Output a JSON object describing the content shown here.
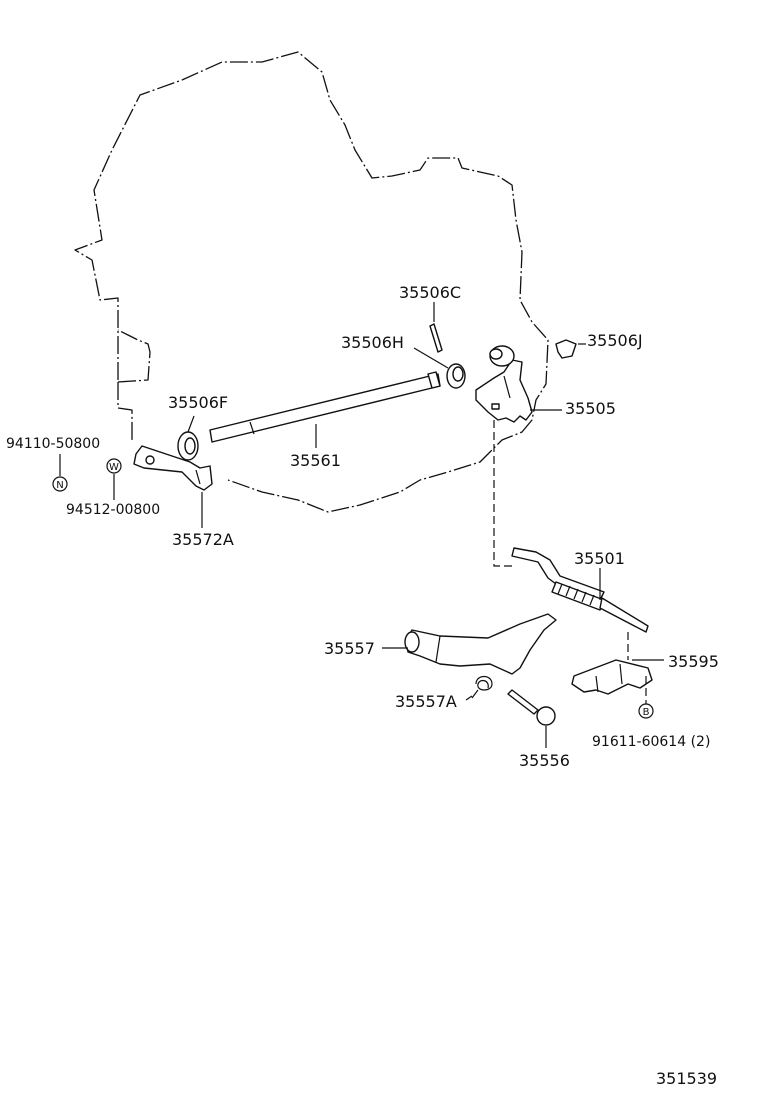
{
  "diagram_id": "351539",
  "parts": {
    "p35506C": "35506C",
    "p35506H": "35506H",
    "p35506J": "35506J",
    "p35505": "35505",
    "p35506F": "35506F",
    "p35561": "35561",
    "p94110": "94110-50800",
    "p94512": "94512-00800",
    "p35572A": "35572A",
    "p35501": "35501",
    "p35557": "35557",
    "p35595": "35595",
    "p35557A": "35557A",
    "p35556": "35556",
    "p91611": "91611-60614 (2)"
  },
  "symbols": {
    "n": "N",
    "w": "W",
    "b": "B"
  }
}
